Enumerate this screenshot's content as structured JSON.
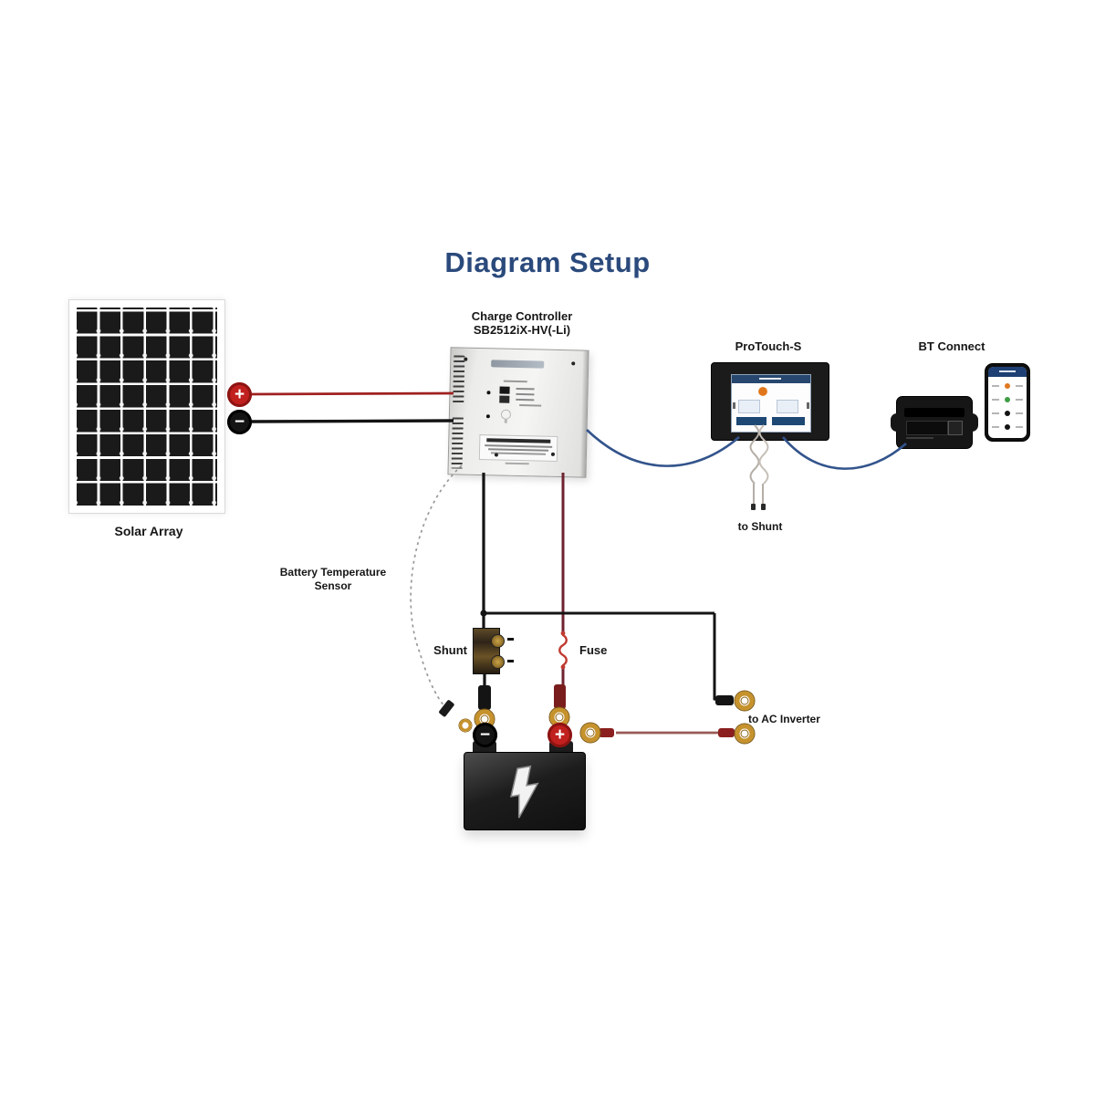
{
  "title": "Diagram Setup",
  "labels": {
    "solar_array": "Solar Array",
    "charge_controller_1": "Charge Controller",
    "charge_controller_2": "SB2512iX-HV(-Li)",
    "protouch": "ProTouch-S",
    "bt_connect": "BT Connect",
    "battery_temp_1": "Battery Temperature",
    "battery_temp_2": "Sensor",
    "shunt": "Shunt",
    "fuse": "Fuse",
    "to_shunt": "to Shunt",
    "to_ac_inverter": "to AC Inverter"
  },
  "symbols": {
    "plus": "+",
    "minus": "−"
  },
  "colors": {
    "title_blue": "#2b4a7c",
    "label_black": "#161616",
    "wire_red": "#a02020",
    "wire_dark_red": "#6f2230",
    "wire_inverter_red": "#9a5a55",
    "wire_black": "#141414",
    "wire_blue": "#33548c",
    "wire_sensor_gray": "#999999",
    "ring_gold": "#c6922c",
    "fuse_red": "#c03a30",
    "terminal_positive_red": "#c0201e",
    "terminal_negative_black": "#141414"
  }
}
